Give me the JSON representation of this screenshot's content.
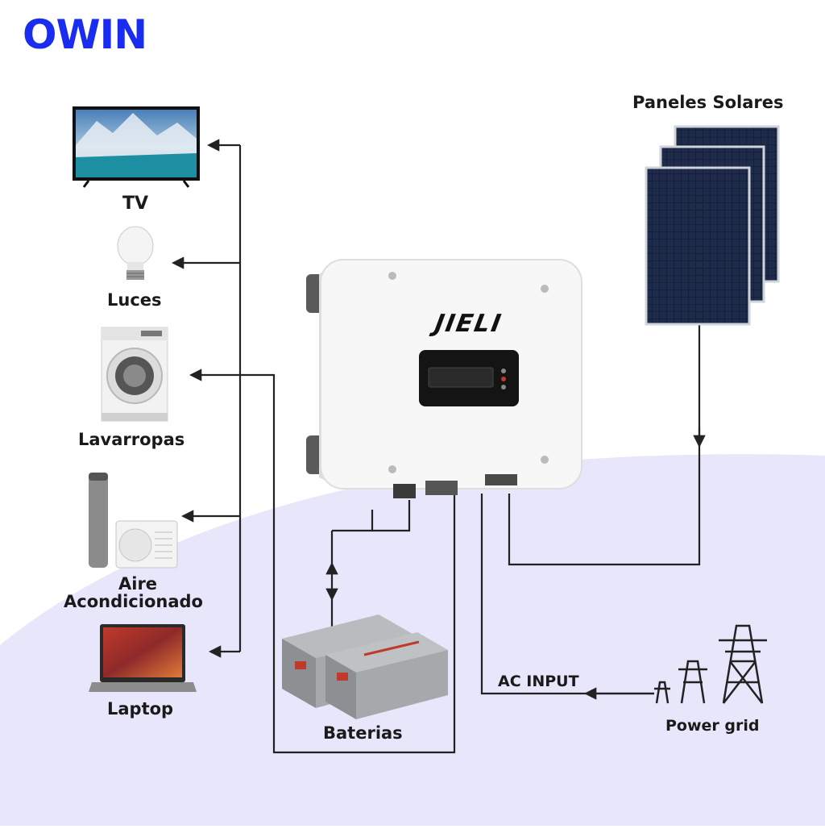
{
  "brand": {
    "name": "OWIN",
    "color": "#1a2cf0"
  },
  "colors": {
    "background_blob": "#e7e6fb",
    "wires": "#222222",
    "inverter_body": "#f7f7f7",
    "panel_cells": "#16203a",
    "battery": "#9a9d9f"
  },
  "inverter": {
    "brand": "JIELI"
  },
  "loads": [
    {
      "label": "TV",
      "icon": "tv-icon"
    },
    {
      "label": "Luces",
      "icon": "light-bulb-icon"
    },
    {
      "label": "Lavarropas",
      "icon": "washing-machine-icon"
    },
    {
      "label": "Aire",
      "label_line2": "Acondicionado",
      "icon": "air-conditioner-icon"
    },
    {
      "label": "Laptop",
      "icon": "laptop-icon"
    }
  ],
  "solar": {
    "label": "Paneles Solares",
    "icon": "solar-panel-icon"
  },
  "batteries": {
    "label": "Baterias",
    "icon": "battery-icon"
  },
  "ac_input": {
    "label": "AC INPUT"
  },
  "grid": {
    "label": "Power grid",
    "icon": "power-tower-icon"
  }
}
